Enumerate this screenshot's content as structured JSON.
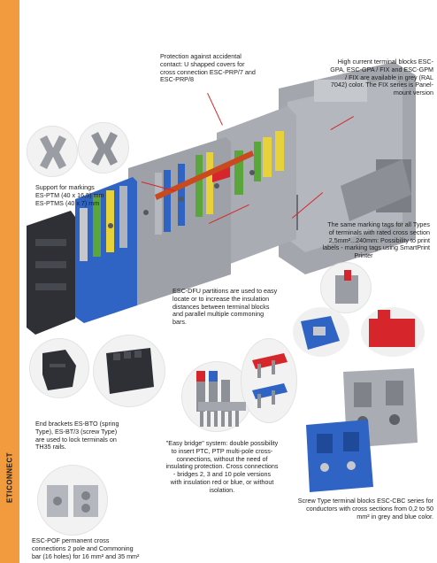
{
  "sidebar": {
    "label": "ETICONNECT",
    "color": "#f19a3e"
  },
  "captions": {
    "protection": [
      "Protection against accidental",
      "contact: U shapped covers for",
      "cross connection ESC-PRP/7 and",
      "ESC-PRP/8"
    ],
    "high_current": [
      "High current terminal blocks ESC-",
      "GPA, ESC-GPA / FIX and ESC-GPM",
      "/ FIX are available in grey (RAL",
      "7042) color. The FIX series is Panel-",
      "mount version"
    ],
    "support_markings": [
      "Support for markings",
      "ES-PTM (40 x 16,5) mm",
      "ES-PTMS (40 x 7) mm"
    ],
    "marking_tags": [
      "The same marking tags for all Types",
      "of terminals with rated cross section",
      "2,5mm²...240mm: Possibility to print",
      "labels - marking tags using SmartPrint",
      "Printer"
    ],
    "dfu": [
      "ESC-DFU partitions are used to easy",
      "locate or to increase the insulation",
      "distances between terminal blocks",
      "and parallel multiple commoning",
      "bars."
    ],
    "end_brackets": [
      "End brackets ES-BTO (spring",
      "Type), ES-BT/3 (screw Type)",
      "are used to lock terminals on",
      "TH35 rails."
    ],
    "easy_bridge": [
      "\"Easy bridge\" system: double possibility",
      "to insert PTC, PTP multi-pole cross-",
      "connections, without the need of",
      "insulating protection. Cross connections",
      "- bridges 2, 3 and 10 pole versions",
      "with insulation red or blue, or without",
      "isolation."
    ],
    "screw_type": [
      "Screw Type terminal blocks ESC-CBC series for",
      "conductors with cross sections from 0,2 to 50",
      "mm² in grey and blue color."
    ],
    "pof": [
      "ESC-POF permanent cross",
      "connections 2 pole and Commoning",
      "bar (16 holes) for 16 mm² and 35 mm²"
    ]
  },
  "colors": {
    "grey": "#9a9da3",
    "blue": "#2f63c4",
    "green": "#5aa63a",
    "yellow": "#e8d23a",
    "red": "#d7262b",
    "dark": "#2e3035"
  }
}
